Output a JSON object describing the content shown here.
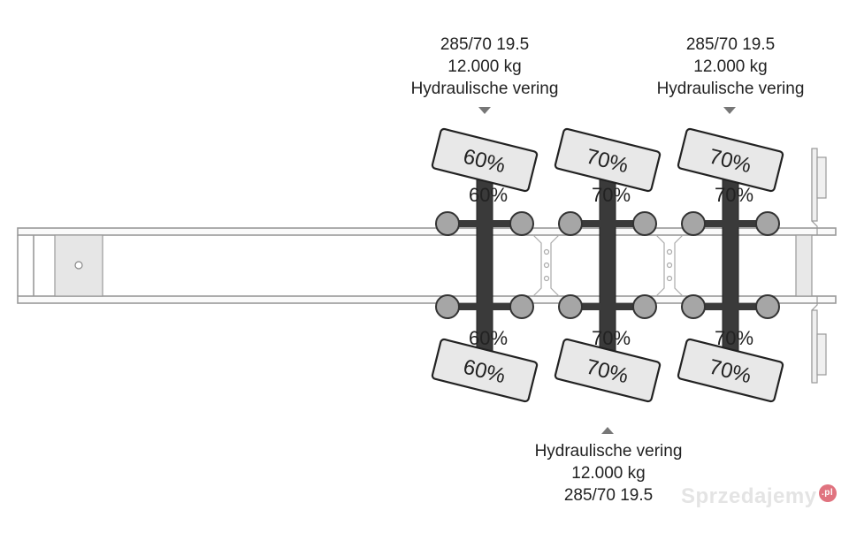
{
  "axle_groups": [
    {
      "id": "axle-1",
      "tyre": "285/70 19.5",
      "load": "12.000 kg",
      "suspension": "Hydraulische vering",
      "tyre_wear": {
        "top_tyre": "60%",
        "top_axle": "60%",
        "bottom_axle": "60%",
        "bottom_tyre": "60%"
      }
    },
    {
      "id": "axle-2",
      "tyre": "285/70 19.5",
      "load": "12.000 kg",
      "suspension": "Hydraulische vering",
      "tyre_wear": {
        "top_tyre": "70%",
        "top_axle": "70%",
        "bottom_axle": "70%",
        "bottom_tyre": "70%"
      }
    },
    {
      "id": "axle-3",
      "tyre": "285/70 19.5",
      "load": "12.000 kg",
      "suspension": "Hydraulische vering",
      "tyre_wear": {
        "top_tyre": "70%",
        "top_axle": "70%",
        "bottom_axle": "70%",
        "bottom_tyre": "70%"
      }
    }
  ],
  "watermark": {
    "text": "Sprzedajemy",
    "badge": ".pl"
  },
  "colors": {
    "frame": "#999999",
    "tyre_fill": "#e8e8e8",
    "axle": "#3a3a3a",
    "hub": "#a6a6a6",
    "arrow": "#777777"
  }
}
